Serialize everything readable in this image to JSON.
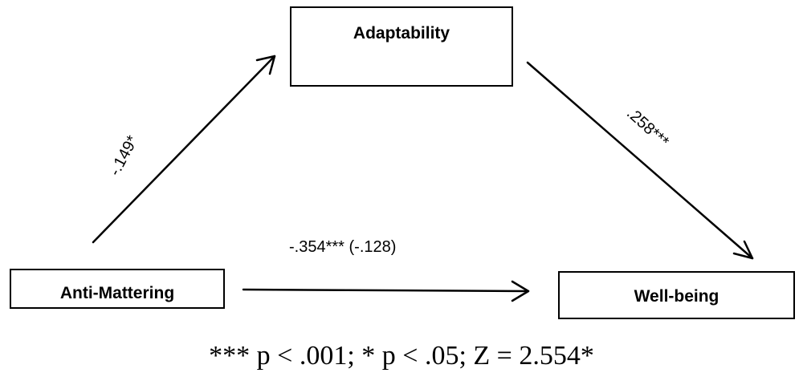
{
  "nodes": {
    "adaptability": "Adaptability",
    "anti_mattering": "Anti-Mattering",
    "well_being": "Well-being"
  },
  "paths": {
    "a": "-.149*",
    "b": ".258***",
    "c": "-.354*** (-.128)"
  },
  "footnote": "*** p < .001;  * p < .05; Z = 2.554*"
}
